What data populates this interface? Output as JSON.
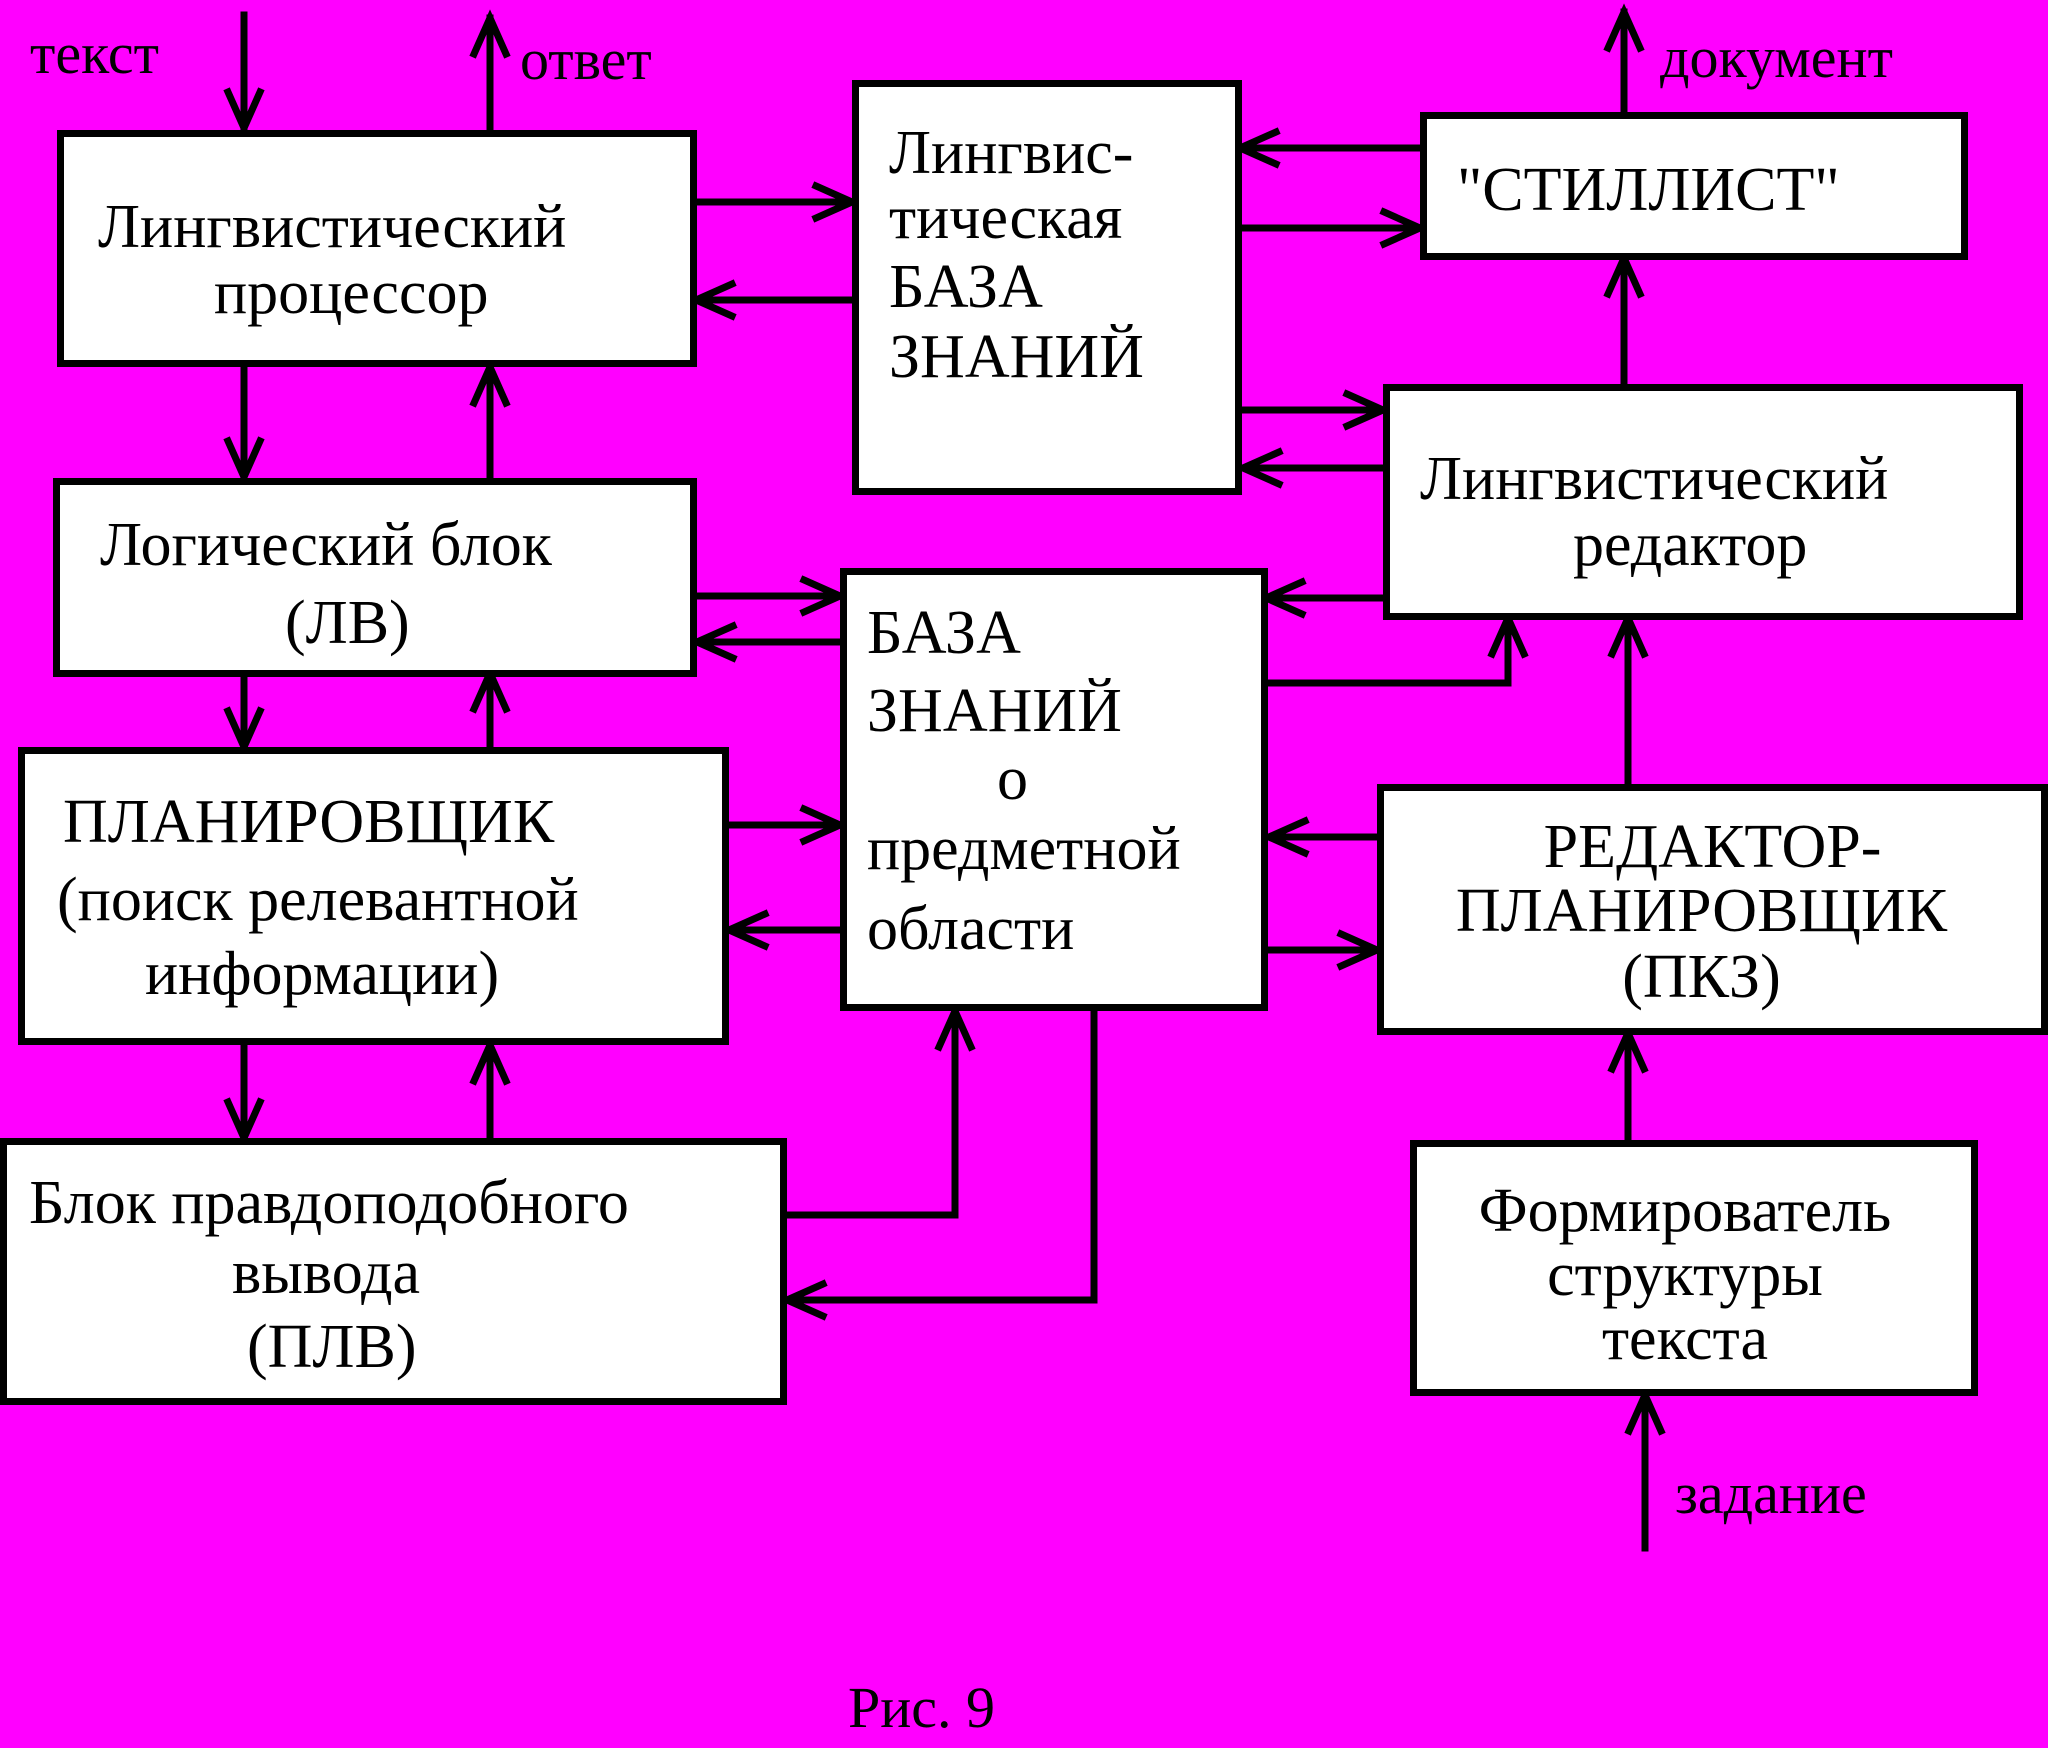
{
  "labels": {
    "text_in": "текст",
    "answer_out": "ответ",
    "document_out": "документ",
    "task_in": "задание"
  },
  "caption": "Рис. 9",
  "blocks": {
    "ling_processor": [
      "Лингвистический",
      "процессор"
    ],
    "ling_kb": [
      "Лингвис-",
      "тическая",
      "БАЗА",
      "ЗНАНИЙ"
    ],
    "stylist": "\"СТИЛЛИСТ\"",
    "logic_block": [
      "Логический блок",
      "(ЛВ)"
    ],
    "ling_editor": [
      "Лингвистический",
      "редактор"
    ],
    "domain_kb": [
      "БАЗА",
      "ЗНАНИЙ",
      "о",
      "предметной",
      "области"
    ],
    "planner": [
      "ПЛАНИРОВЩИК",
      "(поиск релевантной",
      "информации)"
    ],
    "editor_planner": [
      "РЕДАКТОР-",
      "ПЛАНИРОВЩИК",
      "(ПКЗ)"
    ],
    "plausible_inference": [
      "Блок правдоподобного",
      "вывода",
      "(ПЛВ)"
    ],
    "structure_former": [
      "Формирователь",
      "структуры",
      "текста"
    ]
  }
}
